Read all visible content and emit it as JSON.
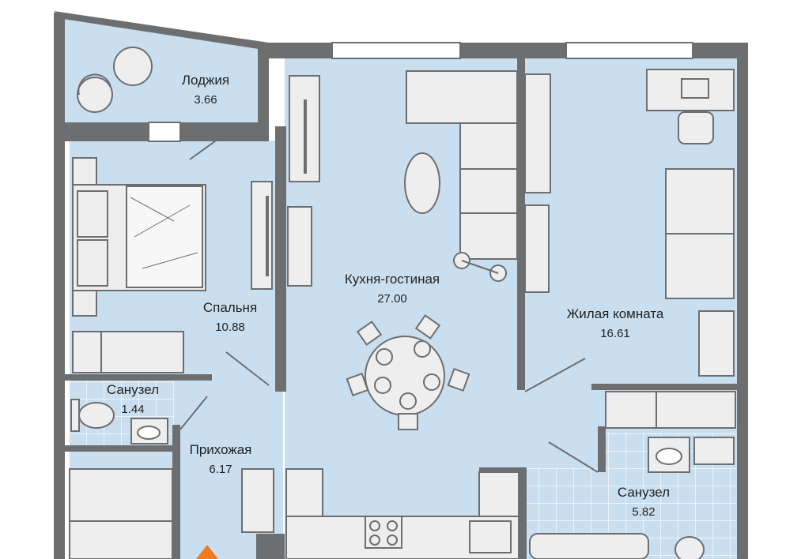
{
  "rooms": [
    {
      "id": "loggia",
      "name": "Лоджия",
      "area": "3.66"
    },
    {
      "id": "bedroom",
      "name": "Спальня",
      "area": "10.88"
    },
    {
      "id": "bath1",
      "name": "Санузел",
      "area": "1.44"
    },
    {
      "id": "hallway",
      "name": "Прихожая",
      "area": "6.17"
    },
    {
      "id": "kitchen",
      "name": "Кухня-гостиная",
      "area": "27.00"
    },
    {
      "id": "living",
      "name": "Жилая комната",
      "area": "16.61"
    },
    {
      "id": "bath2",
      "name": "Санузел",
      "area": "5.82"
    }
  ],
  "colors": {
    "floor": "#c9dff0",
    "wall": "#6d6e70",
    "furniture_fill": "#eeeeee",
    "furniture_stroke": "#6d6e70",
    "entrance_marker": "#f07b1f",
    "tile_grid": "#ffffff"
  }
}
